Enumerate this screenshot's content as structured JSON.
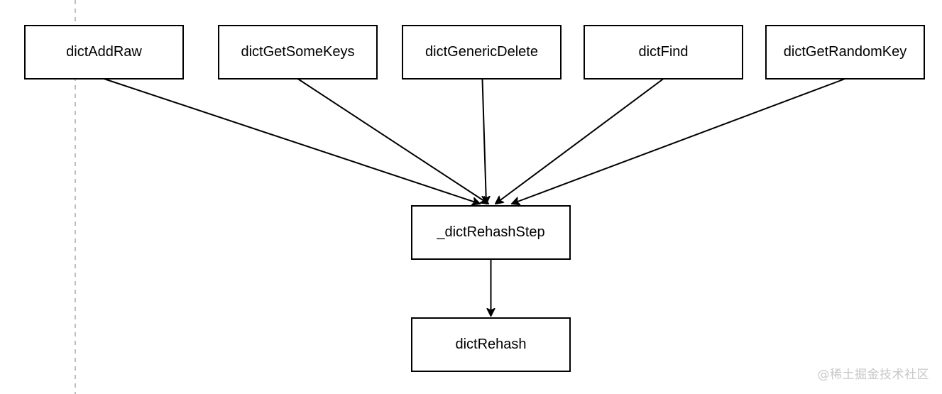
{
  "diagram": {
    "type": "call-flow",
    "callers": [
      {
        "id": "n1",
        "label": "dictAddRaw"
      },
      {
        "id": "n2",
        "label": "dictGetSomeKeys"
      },
      {
        "id": "n3",
        "label": "dictGenericDelete"
      },
      {
        "id": "n4",
        "label": "dictFind"
      },
      {
        "id": "n5",
        "label": "dictGetRandomKey"
      }
    ],
    "middle": {
      "id": "m",
      "label": "_dictRehashStep"
    },
    "bottom": {
      "id": "b",
      "label": "dictRehash"
    },
    "edges": [
      {
        "from": "n1",
        "to": "m"
      },
      {
        "from": "n2",
        "to": "m"
      },
      {
        "from": "n3",
        "to": "m"
      },
      {
        "from": "n4",
        "to": "m"
      },
      {
        "from": "n5",
        "to": "m"
      },
      {
        "from": "m",
        "to": "b"
      }
    ],
    "colors": {
      "stroke": "#000000",
      "fill": "#ffffff",
      "guide": "#bdbdbd",
      "watermark": "#c8c8c8"
    }
  },
  "watermark": "@稀土掘金技术社区"
}
